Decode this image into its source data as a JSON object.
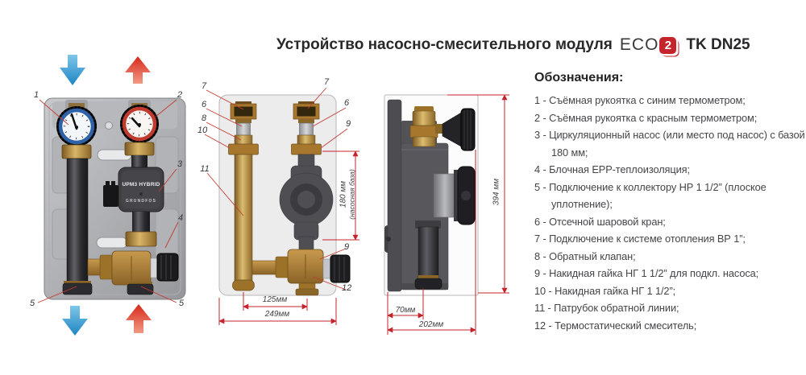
{
  "title": {
    "main": "Устройство насосно-смесительного модуля",
    "brand_eco": "ECO",
    "brand_num": "2",
    "suffix": "TK DN25"
  },
  "legend": {
    "heading": "Обозначения:",
    "items": [
      "1 - Съёмная рукоятка с синим термометром;",
      "2 - Съёмная рукоятка с красным термометром;",
      "3 - Циркуляционный насос (или место под насос) с базой 180 мм;",
      "4 - Блочная EPP-теплоизоляция;",
      "5 - Подключение к коллектору НР 1 1/2” (плоское уплотнение);",
      "6 - Отсечной шаровой кран;",
      "7 - Подключение к системе отопления ВР 1”;",
      "8 - Обратный клапан;",
      "9 - Накидная гайка НГ 1 1/2” для подкл. насоса;",
      "10 - Накидная гайка НГ 1 1/2”;",
      "11 - Патрубок обратной линии;",
      "12 - Термостатический смеситель;"
    ]
  },
  "photo_view": {
    "pump_model": "UPM3 HYBRID",
    "pump_brand": "GRUNDFOS",
    "callouts": [
      "1",
      "2",
      "3",
      "4",
      "5",
      "5"
    ]
  },
  "front_view": {
    "callouts": [
      "7",
      "6",
      "8",
      "10",
      "11",
      "7",
      "6",
      "9",
      "9",
      "12"
    ],
    "dims": {
      "between": "125мм",
      "total_w": "249мм",
      "base": "180 мм",
      "base_note": "(насосная база)"
    }
  },
  "side_view": {
    "dims": {
      "depth": "70мм",
      "total_d": "202мм",
      "height": "394 мм"
    }
  },
  "colors": {
    "accent_red": "#c4242b",
    "arrow_blue": "#2b8fc9",
    "arrow_red": "#d8281a",
    "brass": "#b5853f"
  }
}
